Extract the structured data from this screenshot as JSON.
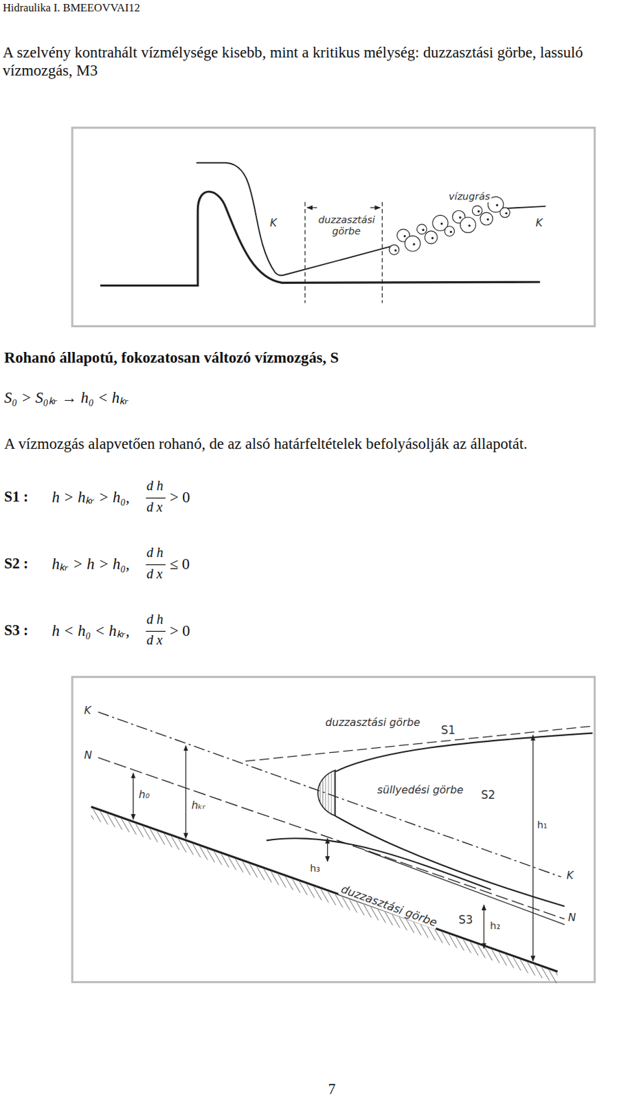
{
  "diagram": {
    "labels": [
      "Hidraulika I. BMEEOVVAI12",
      "A szelvény kontrahált vízmélysége kisebb, mint a kritikus mélység: duzzasztási görbe, lassuló vízmozgás, M3",
      "K",
      "duzzasztási görbe",
      "vízugrás",
      "K",
      "Rohanó állapotú, fokozatosan változó vízmozgás, S",
      "S₀ > S₀ₖᵣ → h₀ < hₖᵣ",
      "A vízmozgás alapvetően rohanó, de az alsó határfeltételek befolyásolják az állapotát.",
      "S1 :",
      "h > hₖᵣ > h₀,",
      "d h",
      "d x",
      "> 0",
      "S2 :",
      "hₖᵣ > h > h₀,",
      "d h",
      "d x",
      "≤ 0",
      "S3 :",
      "h < h₀ < hₖᵣ,",
      "d h",
      "d x",
      "> 0",
      "K",
      "N",
      "h₀",
      "hₖᵣ",
      "duzzasztási görbe",
      "S1",
      "süllyedési görbe",
      "S2",
      "h₁",
      "h₃",
      "duzzasztási görbe",
      "S3",
      "h₂",
      "K",
      "N",
      "7"
    ]
  }
}
